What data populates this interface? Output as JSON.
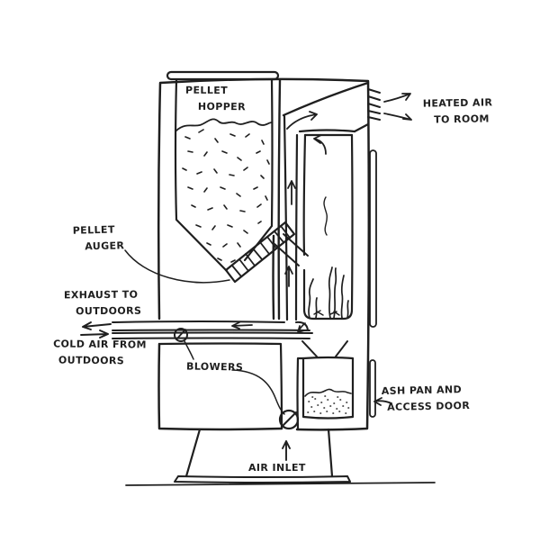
{
  "colors": {
    "ink": "#1f1f1f",
    "paper": "#ffffff"
  },
  "labels": {
    "pellet_hopper": {
      "line1": "PELLET",
      "line2": "HOPPER"
    },
    "heated_air": {
      "line1": "HEATED AIR",
      "line2": "TO ROOM"
    },
    "pellet_auger": {
      "line1": "PELLET",
      "line2": "AUGER"
    },
    "exhaust": {
      "line1": "EXHAUST TO",
      "line2": "OUTDOORS"
    },
    "cold_air": {
      "line1": "COLD AIR FROM",
      "line2": "OUTDOORS"
    },
    "blowers": {
      "line1": "BLOWERS"
    },
    "ash_pan": {
      "line1": "ASH PAN AND",
      "line2": "ACCESS DOOR"
    },
    "air_inlet": {
      "line1": "AIR INLET"
    }
  }
}
